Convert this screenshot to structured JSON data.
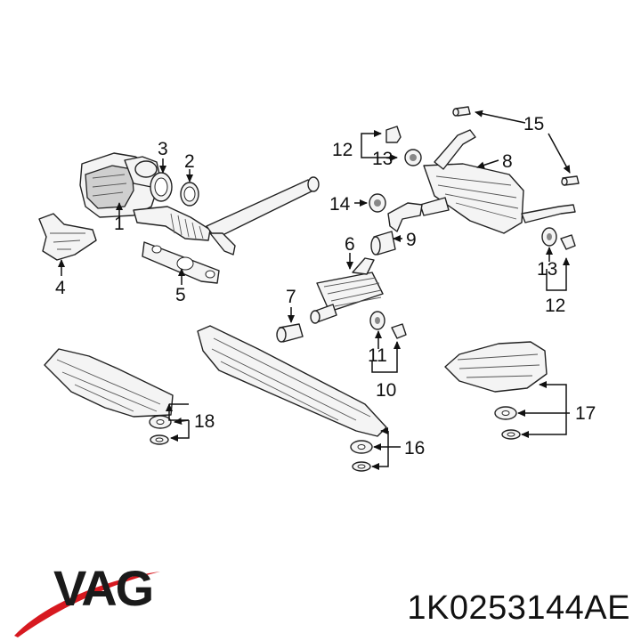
{
  "brand": {
    "name": "VAG",
    "accent_color": "#d71920",
    "text_color": "#1a1a1a"
  },
  "part_number": "1K0253144AE",
  "callouts": {
    "c1": "1",
    "c2": "2",
    "c3": "3",
    "c4": "4",
    "c5": "5",
    "c6": "6",
    "c7": "7",
    "c8": "8",
    "c9": "9",
    "c10": "10",
    "c11": "11",
    "c12a": "12",
    "c12b": "12",
    "c13a": "13",
    "c13b": "13",
    "c14": "14",
    "c15": "15",
    "c16": "16",
    "c17": "17",
    "c18": "18"
  }
}
